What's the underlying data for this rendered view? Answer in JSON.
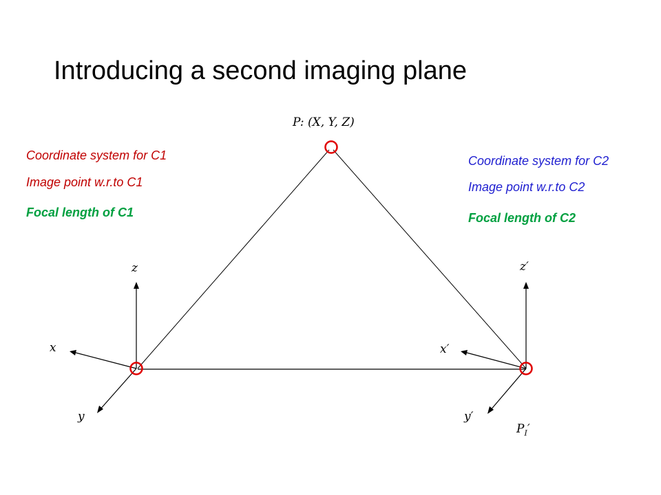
{
  "title": "Introducing a second imaging plane",
  "colors": {
    "red": "#c00000",
    "blue": "#1f1fd0",
    "green": "#00a040",
    "line": "#000000"
  },
  "point_label": "P: (X, Y, Z)",
  "left_camera": {
    "coordinate_note": "Coordinate system for C1",
    "image_point_note": "Image point w.r.to C1",
    "focal_note": "Focal length of C1",
    "axes": {
      "z": "z",
      "x": "x",
      "y": "y"
    }
  },
  "right_camera": {
    "coordinate_note": "Coordinate system for C2",
    "image_point_note": "Image point w.r.to C2",
    "focal_note": "Focal length of C2",
    "axes": {
      "z": "z′",
      "x": "x′",
      "y": "y′"
    },
    "image_point_label": {
      "base": "P",
      "sub": "I",
      "prime": "′"
    }
  }
}
